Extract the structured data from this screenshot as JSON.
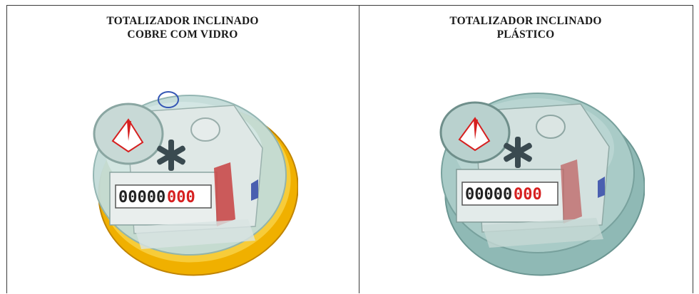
{
  "panels": [
    {
      "title_line1": "TOTALIZADOR INCLINADO",
      "title_line2": "COBRE COM VIDRO"
    },
    {
      "title_line1": "TOTALIZADOR INCLINADO",
      "title_line2": "PLÁSTICO"
    }
  ],
  "register_readings": [
    {
      "black_digits": "00000",
      "red_digits": "000"
    },
    {
      "black_digits": "00000",
      "red_digits": "000"
    }
  ],
  "colors": {
    "brass_ring": "#f0b000",
    "glass": "#b9d6d2",
    "plastic": "#9cc3bf",
    "red_marks": "#d62020",
    "pointer": "#3a4a50"
  }
}
